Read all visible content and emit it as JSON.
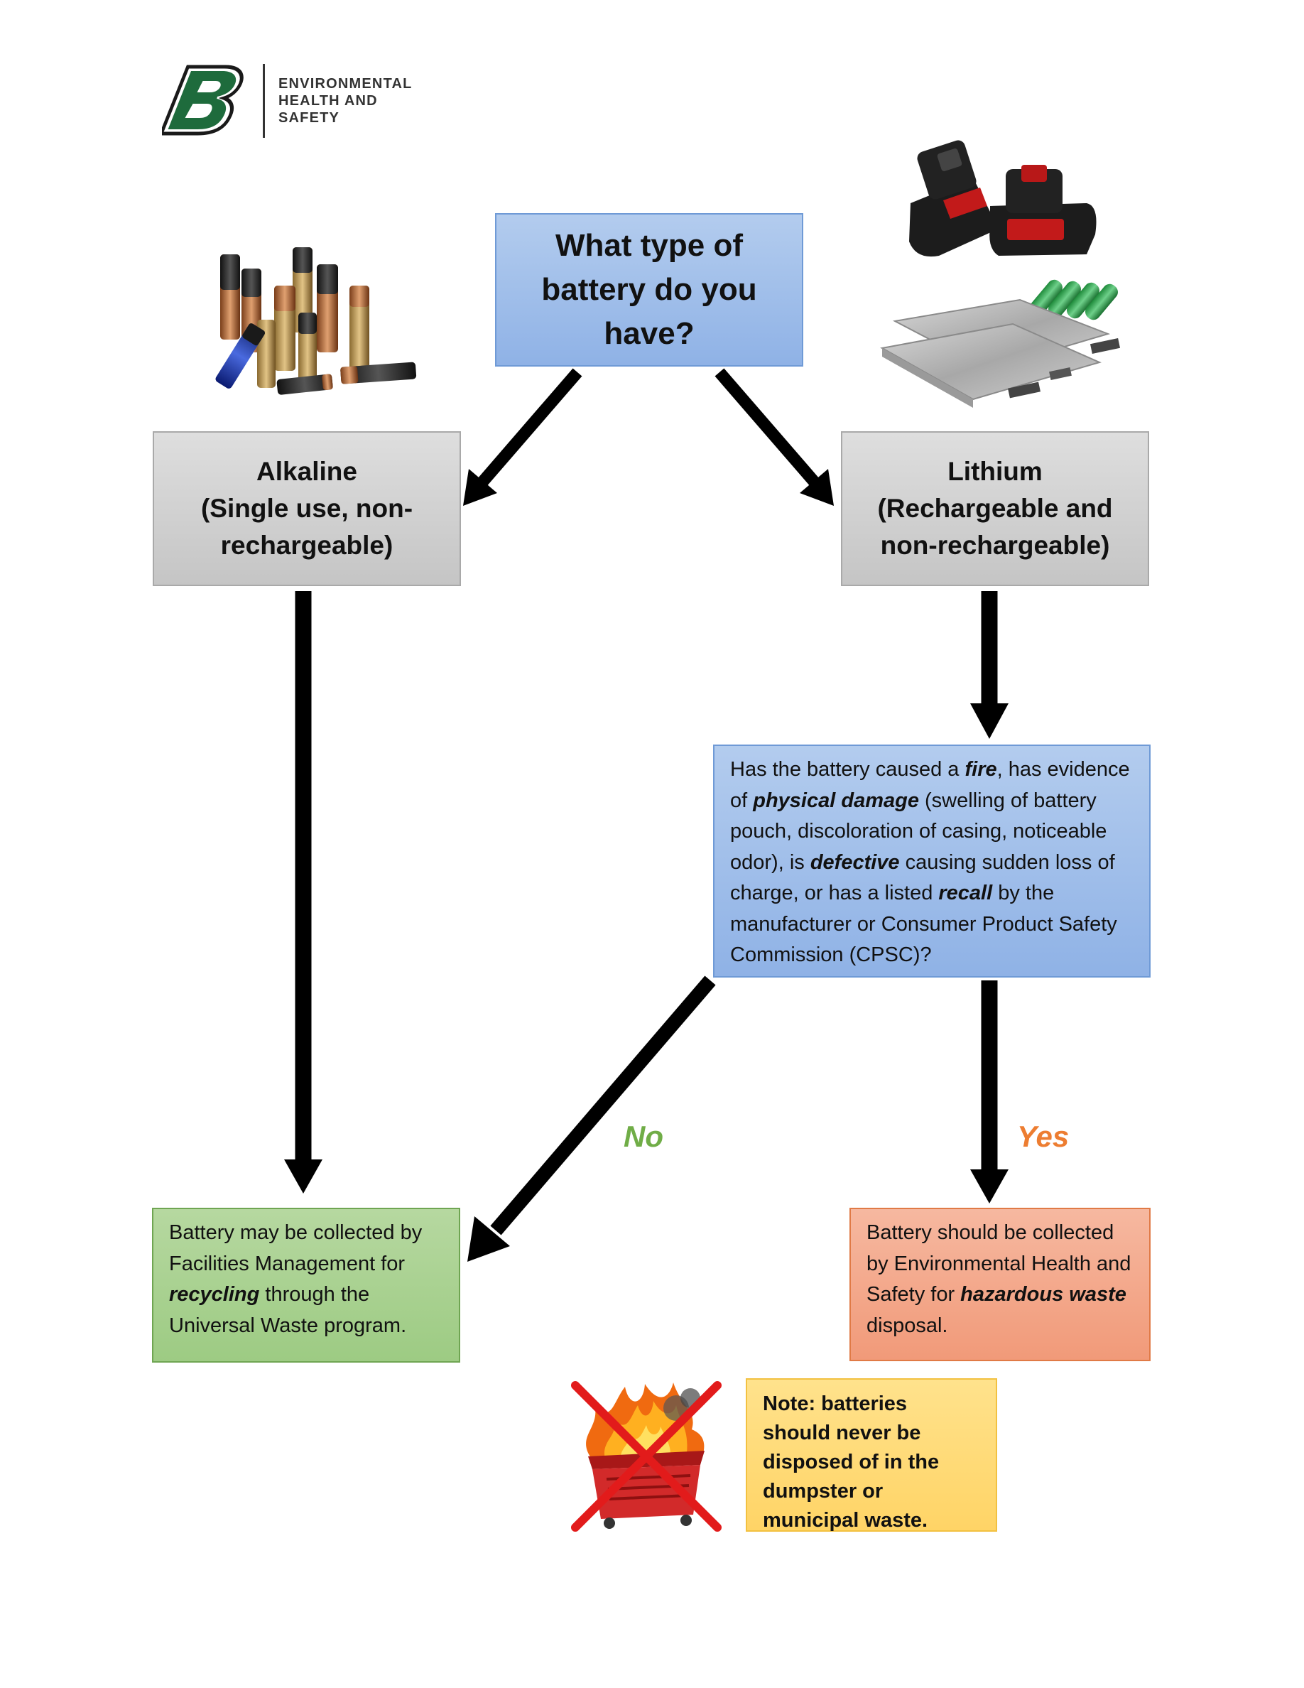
{
  "logo": {
    "mark": "B",
    "lines": [
      "ENVIRONMENTAL",
      "HEALTH AND",
      "SAFETY"
    ]
  },
  "question": {
    "line1": "What type of",
    "line2": "battery do you",
    "line3": "have?"
  },
  "alkaline": {
    "line1": "Alkaline",
    "line2": "(Single use, non-",
    "line3": "rechargeable)"
  },
  "lithium": {
    "line1": "Lithium",
    "line2": "(Rechargeable and",
    "line3": "non-rechargeable)"
  },
  "damage_question": {
    "t1": "Has the battery caused a ",
    "b1": "fire",
    "t2": ", has evidence of ",
    "b2": "physical damage",
    "t3": " (swelling of battery pouch, discoloration of casing, noticeable odor), is ",
    "b3": "defective",
    "t4": " causing sudden loss of charge, or has a listed ",
    "b4": "recall",
    "t5": " by the manufacturer or Consumer Product Safety Commission (CPSC)?"
  },
  "labels": {
    "no": "No",
    "yes": "Yes"
  },
  "recycle": {
    "t1": "Battery may be collected by Facilities Management for ",
    "b1": "recycling",
    "t2": " through the Universal Waste program."
  },
  "hazardous": {
    "t1": "Battery should be collected by Environmental Health and Safety for ",
    "b1": "hazardous waste",
    "t2": " disposal."
  },
  "note": {
    "text": "Note: batteries should never be disposed of in the dumpster or municipal waste."
  },
  "colors": {
    "question_fill": "#9dbdea",
    "neutral_fill": "#d0d0d0",
    "recycle_fill": "#a9d18e",
    "hazard_fill": "#f4b183",
    "note_fill": "#ffd966",
    "no_label": "#70ad47",
    "yes_label": "#ed7d31",
    "logo_green": "#1e6b3c"
  },
  "icons": {
    "logo": "university-b-logo",
    "alkaline_photo": "alkaline-batteries-illustration",
    "lithium_photo": "lithium-batteries-illustration",
    "dumpster": "burning-dumpster-crossed-out-icon"
  }
}
